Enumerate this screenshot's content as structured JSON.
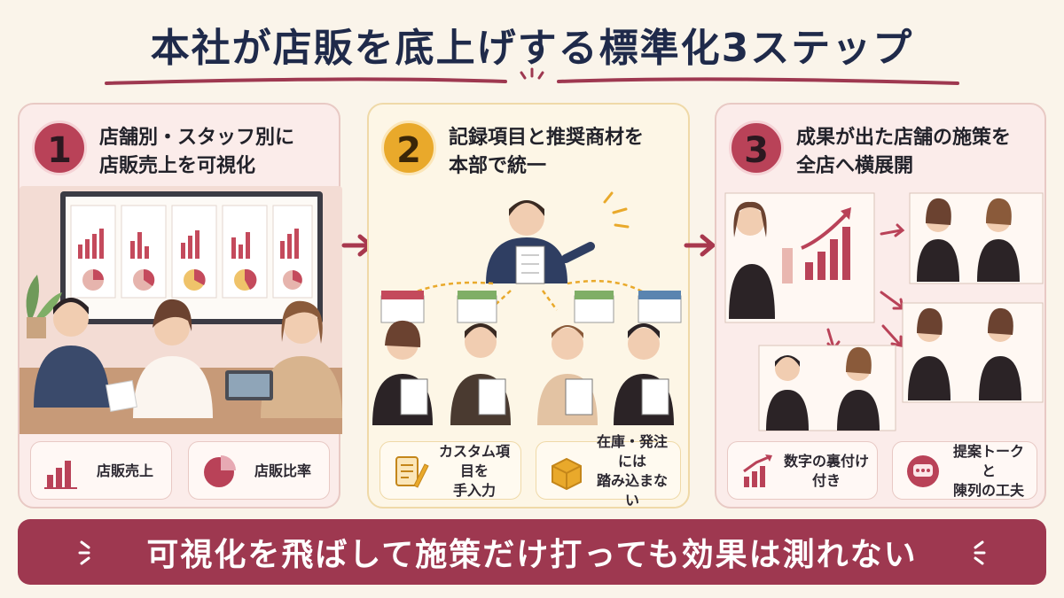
{
  "title": "本社が店販を底上げする標準化3ステップ",
  "steps": [
    {
      "number": "1",
      "heading_line1": "店舗別・スタッフ別に",
      "heading_line2": "店販売上を可視化",
      "stats": [
        {
          "icon": "bar-chart-icon",
          "label": "店販売上"
        },
        {
          "icon": "pie-chart-icon",
          "label": "店販比率"
        }
      ]
    },
    {
      "number": "2",
      "heading_line1": "記録項目と推奨商材を",
      "heading_line2": "本部で統一",
      "stats": [
        {
          "icon": "notepad-pencil-icon",
          "label_line1": "カスタム項目を",
          "label_line2": "手入力"
        },
        {
          "icon": "box-icon",
          "label_line1": "在庫・発注には",
          "label_line2": "踏み込まない"
        }
      ]
    },
    {
      "number": "3",
      "heading_line1": "成果が出た店舗の施策を",
      "heading_line2": "全店へ横展開",
      "stats": [
        {
          "icon": "growth-chart-icon",
          "label": "数字の裏付け付き"
        },
        {
          "icon": "speech-bubble-icon",
          "label_line1": "提案トークと",
          "label_line2": "陳列の工夫"
        }
      ]
    }
  ],
  "banner": "可視化を飛ばして施策だけ打っても効果は測れない",
  "colors": {
    "accent": "#9e3850",
    "gold": "#e9a92b",
    "navy": "#1f2a4a",
    "panel_pink": "#fbecea",
    "panel_cream": "#fdf6e6"
  }
}
